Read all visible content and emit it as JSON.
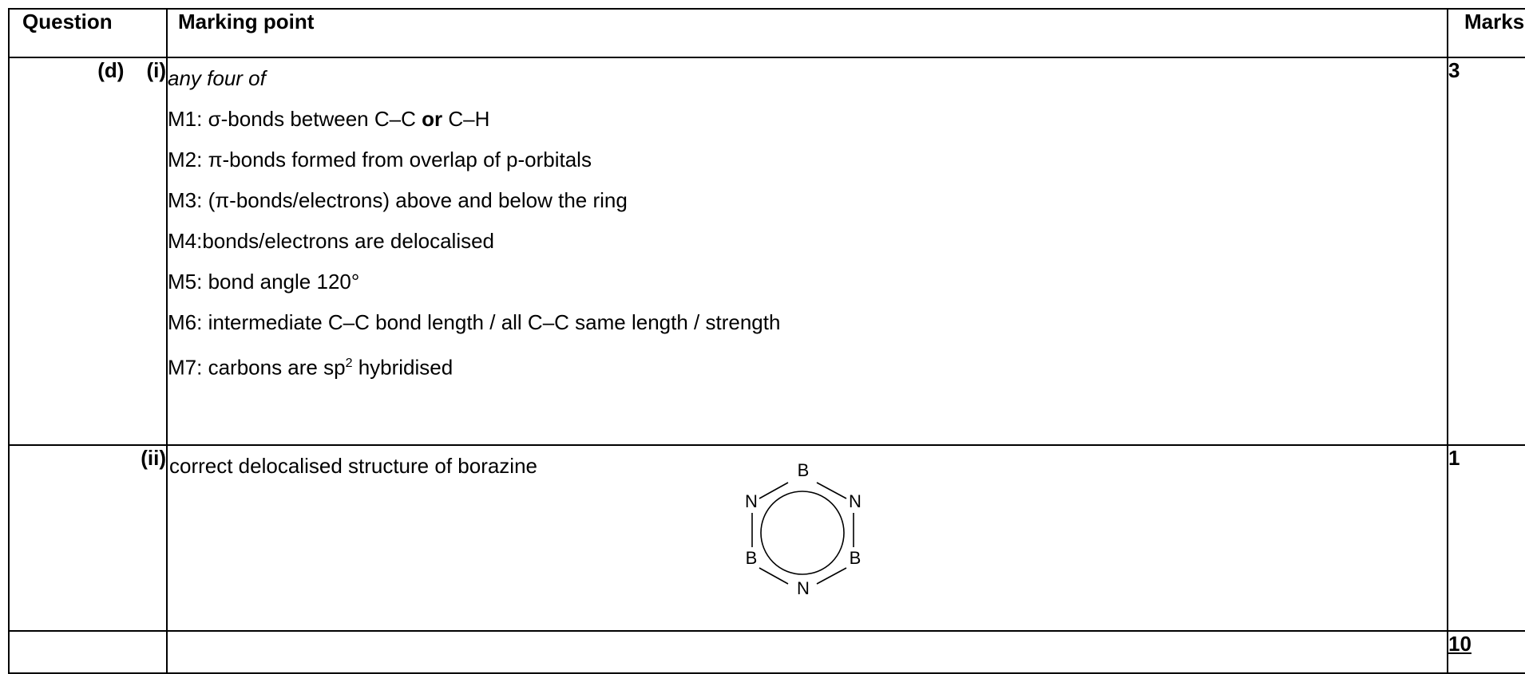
{
  "header": {
    "question": "Question",
    "marking_point": "Marking point",
    "marks": "Marks"
  },
  "row_i": {
    "part": "(d)",
    "subpart": "(i)",
    "intro": "any four of",
    "points": [
      {
        "label": "M1:",
        "text_a": "σ-bonds between C–C ",
        "bold": "or",
        "text_b": " C–H"
      },
      {
        "label": "M2:",
        "text": " π-bonds formed from overlap of p-orbitals"
      },
      {
        "label": "M3:",
        "text": "(π-bonds/electrons) above and below the ring"
      },
      {
        "label": "M4:",
        "text": "bonds/electrons are delocalised"
      },
      {
        "label": "M5:",
        "text": "bond angle 120°"
      },
      {
        "label": "M6:",
        "text": "intermediate C–C bond length / all C–C same length / strength"
      },
      {
        "label": "M7:",
        "text_a": "carbons are sp",
        "sup": "2",
        "text_b": " hybridised"
      }
    ],
    "marks": "3"
  },
  "row_ii": {
    "subpart": "(ii)",
    "text": "correct delocalised structure of borazine",
    "atoms": [
      "B",
      "N",
      "B",
      "N",
      "B",
      "N"
    ],
    "marks": "1"
  },
  "total": "10"
}
